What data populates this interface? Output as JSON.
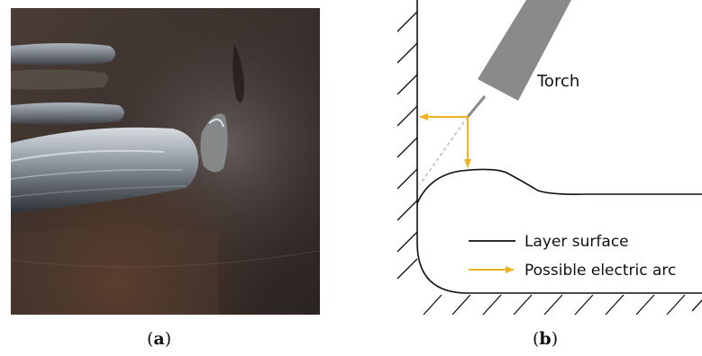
{
  "panel_a": {
    "caption_open": "(",
    "caption_letter": "a",
    "caption_close": ")"
  },
  "panel_b": {
    "caption_open": "(",
    "caption_letter": "b",
    "caption_close": ")",
    "torch_label": "Torch",
    "legend": {
      "line_label": "Layer surface",
      "arrow_label": "Possible electric arc"
    },
    "colors": {
      "arc_arrow": "#f0b323",
      "torch_body": "#8a8a8a",
      "line": "#111111"
    }
  }
}
